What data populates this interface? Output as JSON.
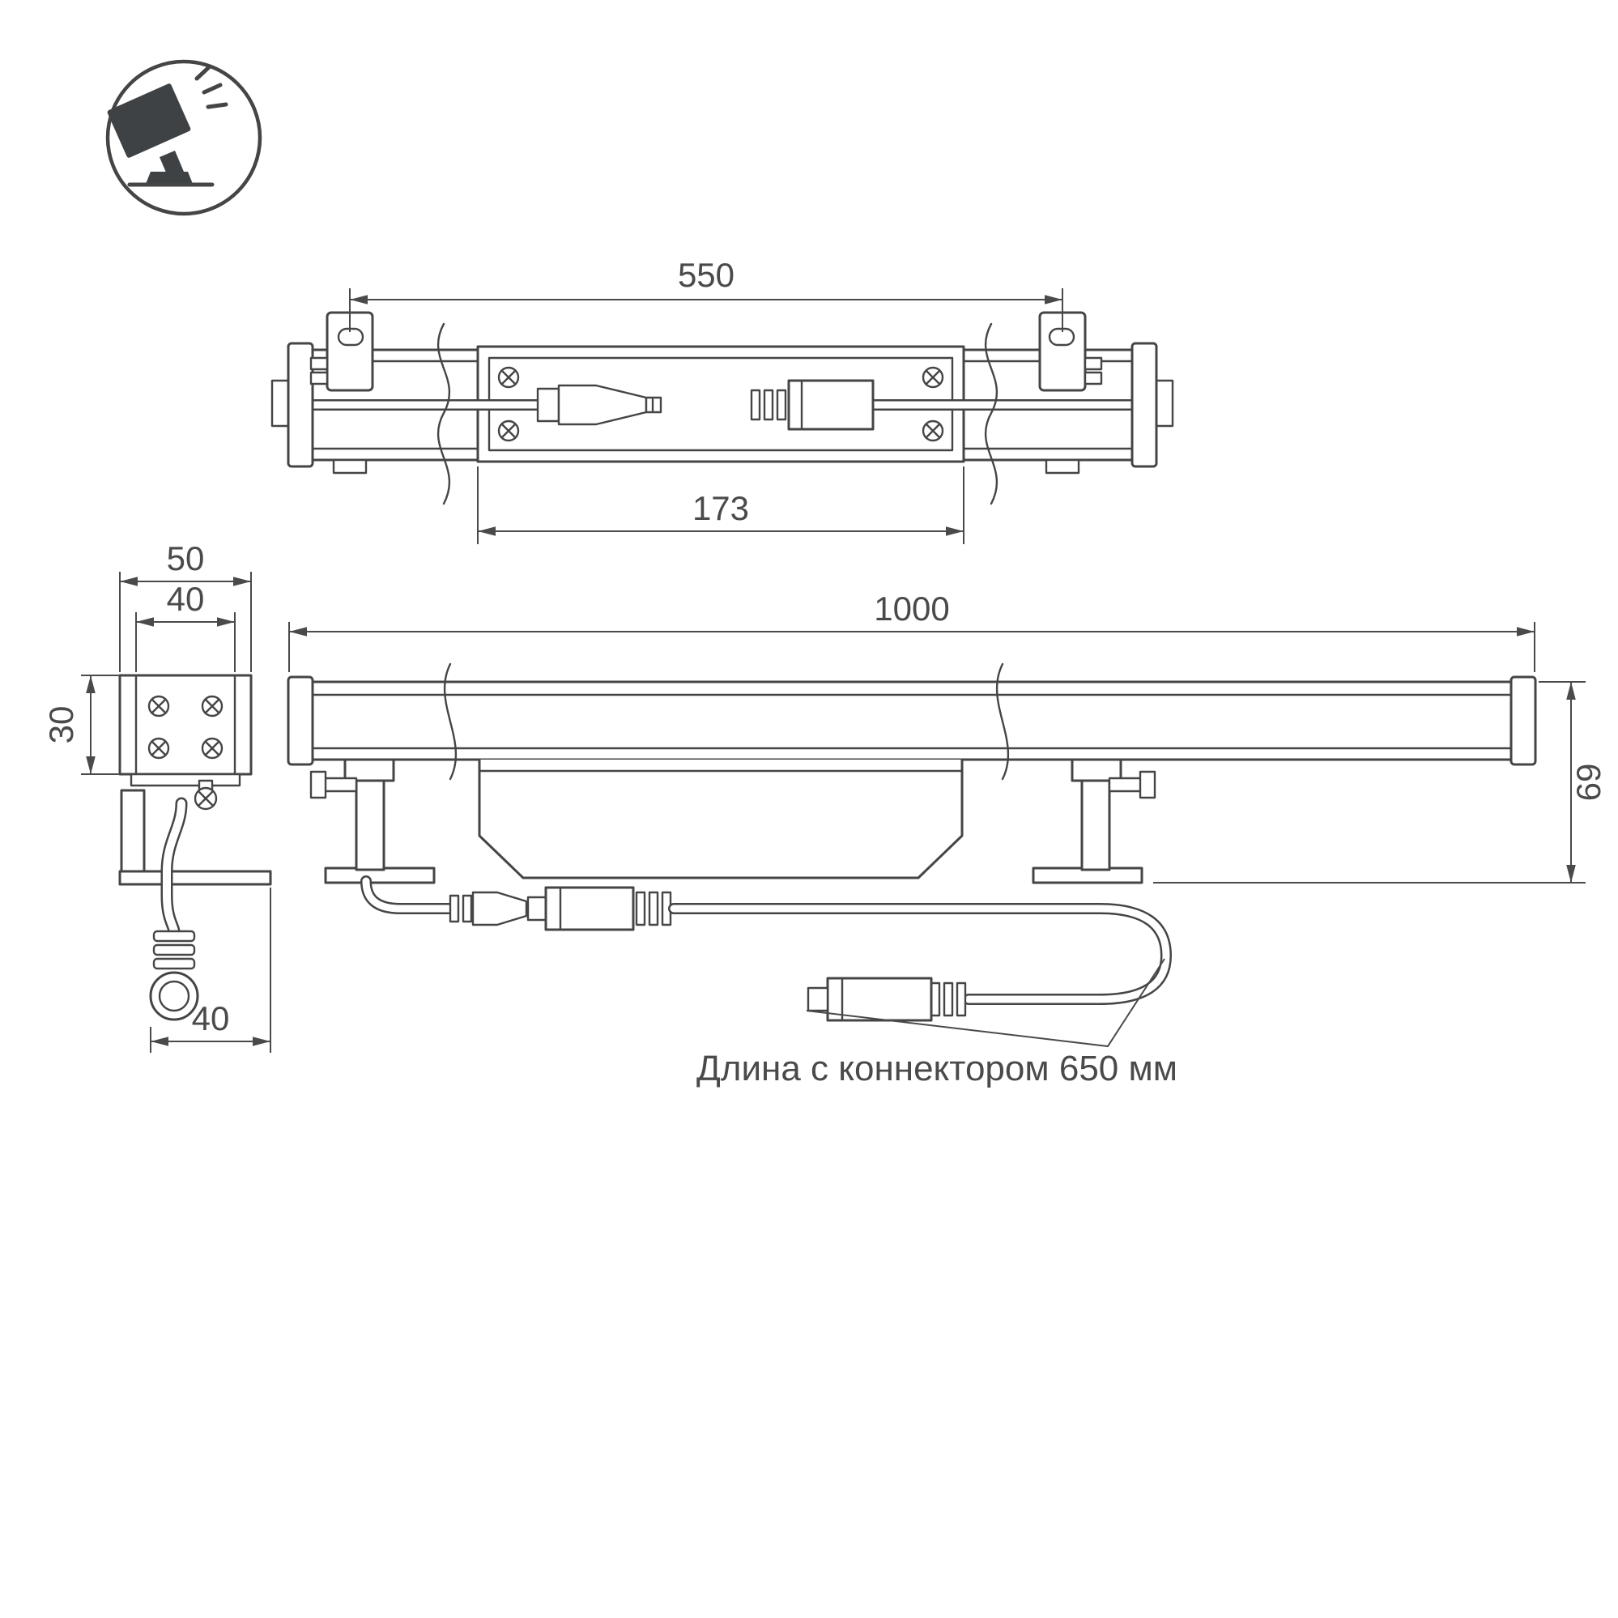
{
  "drawing": {
    "annotation": "Длина с коннектором 650 мм",
    "dims": {
      "bracket_spacing_mm": "550",
      "connector_section_mm": "173",
      "length_mm": "1000",
      "height_mm": "69",
      "clamp_width_mm": "50",
      "body_width_mm": "40",
      "body_height_mm": "30",
      "clamp_depth_mm": "40"
    },
    "colors": {
      "line": "#454545",
      "text": "#4a4a4a",
      "dark_fill": "#3e4245",
      "background": "#ffffff"
    },
    "icon": "floodlight-icon"
  }
}
